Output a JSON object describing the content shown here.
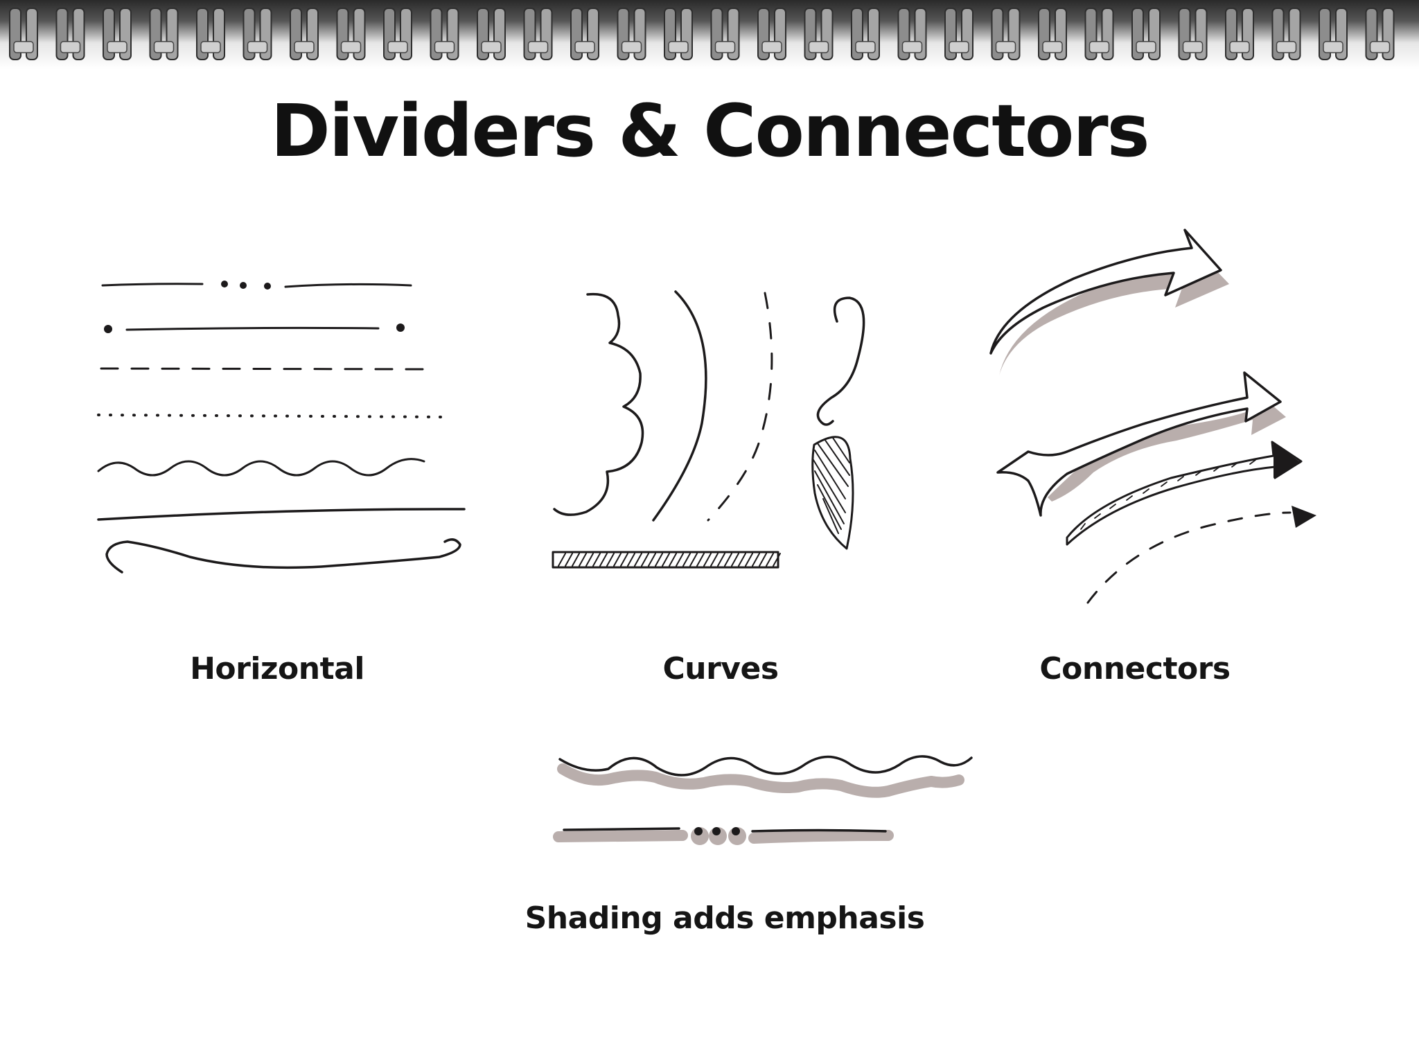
{
  "title": "Dividers & Connectors",
  "sections": {
    "horizontal": {
      "label": "Horizontal"
    },
    "curves": {
      "label": "Curves"
    },
    "connectors": {
      "label": "Connectors"
    },
    "shading": {
      "label": "Shading adds emphasis"
    }
  },
  "colors": {
    "ink": "#1c1a1b",
    "shade": "#b9aeac",
    "paper": "#ffffff",
    "binding": "#3a3a3a"
  },
  "icons": [
    "spiral-binding",
    "divider-doodles",
    "curve-doodles",
    "arrow-doodles",
    "shaded-dividers"
  ]
}
